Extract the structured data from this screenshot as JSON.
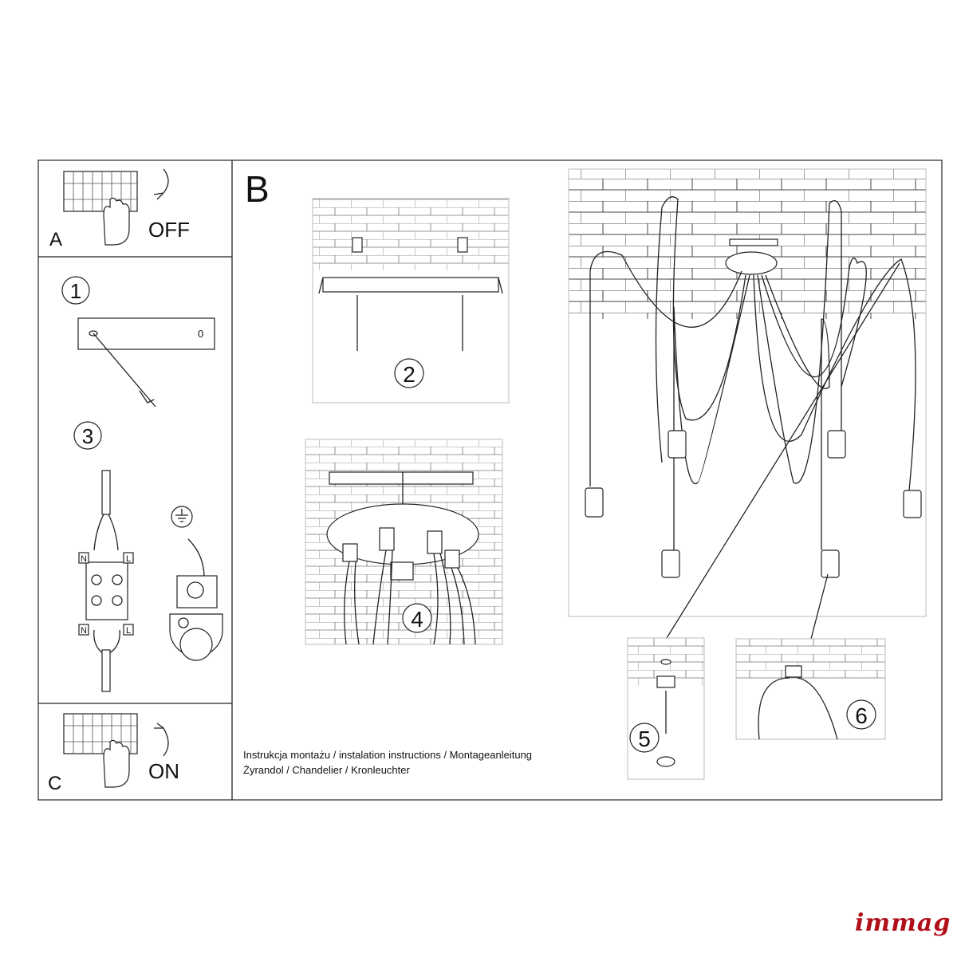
{
  "steps": {
    "a_label": "A",
    "a_action": "OFF",
    "b_label": "B",
    "c_label": "C",
    "c_action": "ON",
    "step1": "1",
    "step2": "2",
    "step3": "3",
    "step4": "4",
    "step5": "5",
    "step6": "6",
    "plate_marker": "0",
    "neutral": "N",
    "live": "L"
  },
  "caption": {
    "line1": "Instrukcja montażu / instalation instructions / Montageanleitung",
    "line2": "Żyrandol / Chandelier / Kronleuchter"
  },
  "brand": {
    "logo": "immag",
    "color": "#b0101a"
  }
}
